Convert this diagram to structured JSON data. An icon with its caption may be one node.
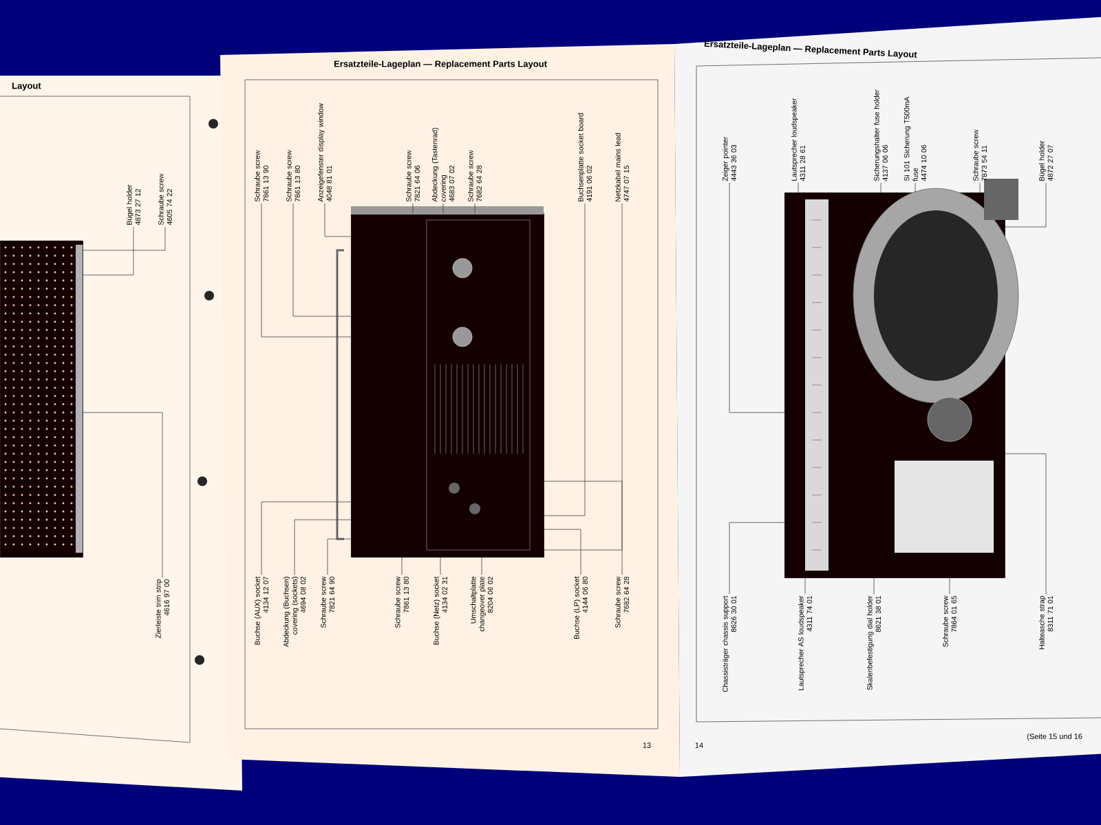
{
  "diagram": {
    "title": "Ersatzteile-Lageplan — Replacement Parts Layout",
    "nodes": [
      {
        "text": [],
        "shape": "picture"
      },
      {
        "text": [
          "Schraube screw",
          "4605 74 22"
        ]
      },
      {
        "text": [
          "Bügel holder",
          "4873 27 12"
        ]
      },
      {
        "text": [
          "Zierleiste trim strip",
          "4616 97 00"
        ]
      },
      {
        "text": [],
        "shape": "picture"
      },
      {
        "text": [
          "Schraube screw",
          "7861 13 90"
        ]
      },
      {
        "text": [
          "Schraube screw",
          "7861 13 80"
        ]
      },
      {
        "text": [
          "Anzeigefenster display window",
          "4048 81 01"
        ]
      },
      {
        "text": [
          "Schraube screw",
          "7821 64 06"
        ]
      },
      {
        "text": [
          "Abdeckung (Tastenrad) covering",
          "4683 07 02"
        ]
      },
      {
        "text": [
          "Schraube screw",
          "7682 64 28"
        ]
      },
      {
        "text": [
          "Buchsenplatte socket board",
          "4191 06 02"
        ]
      },
      {
        "text": [
          "Netzkabel mains lead",
          "4747 07 15"
        ]
      },
      {
        "text": [
          "Buchse (AUX) socket",
          "4134 12 07"
        ]
      },
      {
        "text": [
          "Abdeckung (Buchsen) covering (sockets)",
          "4694 08 02"
        ]
      },
      {
        "text": [
          "Schraube screw",
          "7821 64 90"
        ]
      },
      {
        "text": [
          "Schraube screw",
          "7861 13 80"
        ]
      },
      {
        "text": [
          "Buchse (Netz) socket",
          "4134 02 31"
        ]
      },
      {
        "text": [
          "Umschaltplatte changeover plate",
          "8204 06 02"
        ]
      },
      {
        "text": [
          "Buchse (LP) socket",
          "4144 06 80"
        ]
      },
      {
        "text": [
          "Schraube screw",
          "7682 64 28"
        ]
      },
      {
        "text": [],
        "shape": "picture"
      },
      {
        "text": [
          "Zeiger pointer",
          "4443 36 03"
        ]
      },
      {
        "text": [
          "Lautsprecher loudspeaker",
          "4311 28 61"
        ]
      },
      {
        "text": [
          "Sicherungshalter fuse holder",
          "4137 06 06"
        ]
      },
      {
        "text": [
          "Si 101 Sicherung T500mA fuse",
          "4474 10 06"
        ]
      },
      {
        "text": [
          "Schraube screw",
          "7873 54 11"
        ]
      },
      {
        "text": [
          "Bügel holder",
          "4872 27 07"
        ]
      },
      {
        "text": [
          "Chassisträger chassis support",
          "8626 30 01"
        ]
      },
      {
        "text": [
          "Lautsprecher AS loudspeaker",
          "4311 74 01"
        ]
      },
      {
        "text": [
          "Skalenbefestigung dial holder",
          "8621 38 01"
        ]
      },
      {
        "text": [
          "Schraube screw",
          "7864 01 65"
        ]
      },
      {
        "text": [
          "Halteasche strap",
          "8311 71 01"
        ]
      }
    ],
    "edges": [
      {
        "from": 1,
        "to": 0,
        "arrow": "none"
      },
      {
        "from": 2,
        "to": 0,
        "arrow": "none"
      },
      {
        "from": 3,
        "to": 0,
        "arrow": "none"
      },
      {
        "from": 5,
        "to": 4,
        "arrow": "none"
      },
      {
        "from": 6,
        "to": 4,
        "arrow": "none"
      },
      {
        "from": 7,
        "to": 4,
        "arrow": "none"
      },
      {
        "from": 8,
        "to": 4,
        "arrow": "none"
      },
      {
        "from": 9,
        "to": 4,
        "arrow": "none"
      },
      {
        "from": 10,
        "to": 4,
        "arrow": "none"
      },
      {
        "from": 11,
        "to": 4,
        "arrow": "none"
      },
      {
        "from": 12,
        "to": 4,
        "arrow": "none"
      },
      {
        "from": 13,
        "to": 4,
        "arrow": "none"
      },
      {
        "from": 14,
        "to": 4,
        "arrow": "none"
      },
      {
        "from": 15,
        "to": 4,
        "arrow": "none"
      },
      {
        "from": 16,
        "to": 4,
        "arrow": "none"
      },
      {
        "from": 17,
        "to": 4,
        "arrow": "none"
      },
      {
        "from": 18,
        "to": 4,
        "arrow": "none"
      },
      {
        "from": 19,
        "to": 4,
        "arrow": "none"
      },
      {
        "from": 20,
        "to": 4,
        "arrow": "none"
      },
      {
        "from": 22,
        "to": 21,
        "arrow": "none"
      },
      {
        "from": 23,
        "to": 21,
        "arrow": "none"
      },
      {
        "from": 24,
        "to": 21,
        "arrow": "none"
      },
      {
        "from": 25,
        "to": 21,
        "arrow": "none"
      },
      {
        "from": 26,
        "to": 21,
        "arrow": "none"
      },
      {
        "from": 27,
        "to": 21,
        "arrow": "none"
      },
      {
        "from": 28,
        "to": 21,
        "arrow": "none"
      },
      {
        "from": 29,
        "to": 21,
        "arrow": "none"
      },
      {
        "from": 30,
        "to": 21,
        "arrow": "none"
      },
      {
        "from": 31,
        "to": 21,
        "arrow": "none"
      },
      {
        "from": 32,
        "to": 21,
        "arrow": "none"
      }
    ],
    "labels": [
      "Layout",
      "Ersatzteile-Lageplan — Replacement Parts Layout",
      "13",
      "14",
      "(Seite 15 und 16"
    ]
  }
}
